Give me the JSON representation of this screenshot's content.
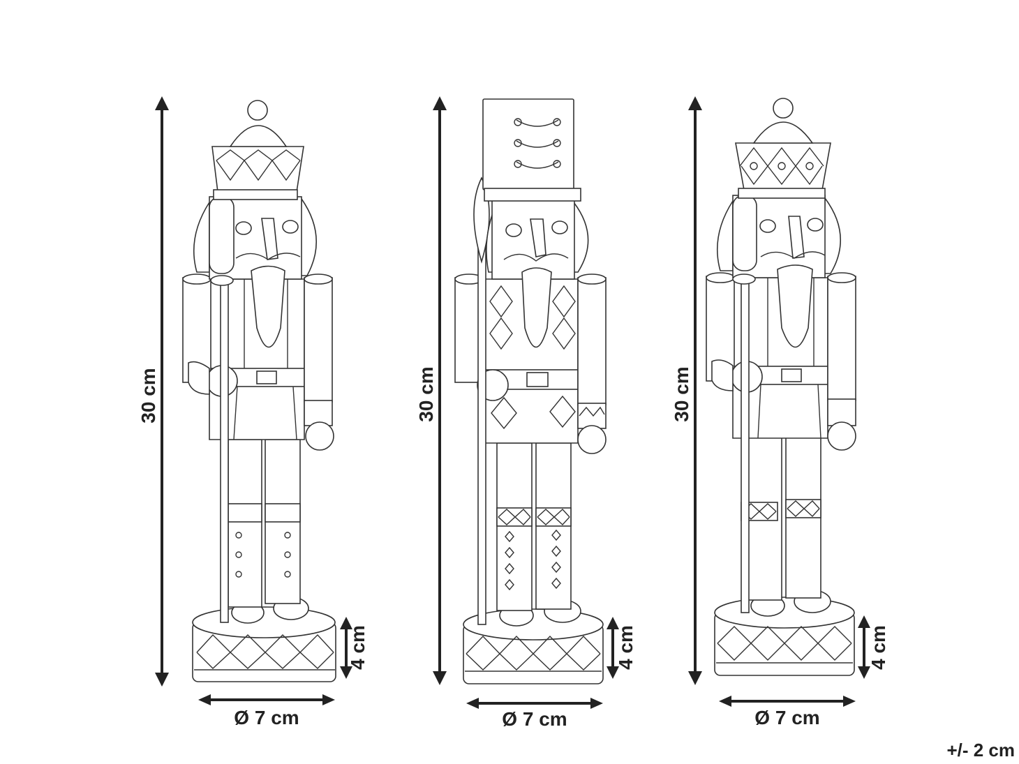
{
  "figures": [
    {
      "name": "nutcracker-crown-hat",
      "height_label": "30 cm",
      "base_height_label": "4 cm",
      "diameter_label": "Ø 7 cm"
    },
    {
      "name": "nutcracker-tall-hat-axe",
      "height_label": "30 cm",
      "base_height_label": "4 cm",
      "diameter_label": "Ø 7 cm"
    },
    {
      "name": "nutcracker-crown-hat-dots",
      "height_label": "30 cm",
      "base_height_label": "4 cm",
      "diameter_label": "Ø 7 cm"
    }
  ],
  "tolerance_label": "+/- 2 cm",
  "colors": {
    "line": "#333333",
    "background": "#ffffff"
  }
}
